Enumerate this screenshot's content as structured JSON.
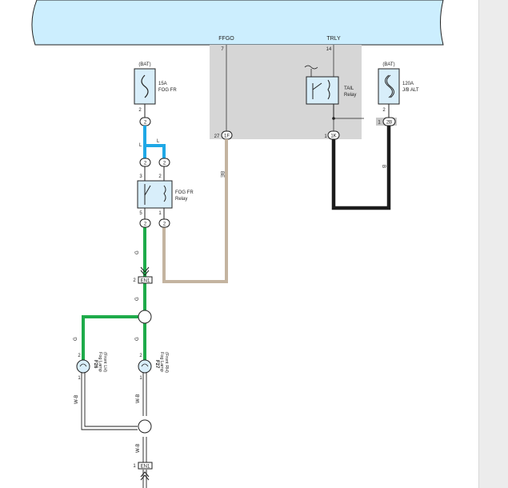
{
  "top_connectors": {
    "ffgo": {
      "name": "FFGO",
      "pin": "7"
    },
    "trly": {
      "name": "TRLY",
      "pin": "14"
    }
  },
  "ecu_pins": {
    "left_pin": "27",
    "left_code": "1F",
    "right_pin": "1",
    "right_code": "1K"
  },
  "fuse_fog": {
    "source": "(BAT)",
    "rating": "15A",
    "name": "FOG FR",
    "pin": "2",
    "conn": "2"
  },
  "fuse_alt": {
    "source": "(BAT)",
    "rating": "120A",
    "name": "J/B ALT",
    "pin": "2",
    "conn_pin": "1",
    "conn": "2B"
  },
  "tail_relay": {
    "line1": "TAIL",
    "line2": "Relay"
  },
  "fog_relay": {
    "line1": "FOG FR",
    "line2": "Relay",
    "pin_top_left": "3",
    "pin_top_right": "2",
    "pin_bottom_left": "5",
    "pin_bottom_right": "1",
    "conn": "2"
  },
  "wire_colors": {
    "blue": "L",
    "blue2": "L",
    "tan": "BE",
    "black": "B",
    "green1": "G",
    "green2": "G",
    "green3": "G",
    "green4": "G",
    "white1": "W-B",
    "white2": "W-B",
    "white3": "W-B"
  },
  "junction_e1a": {
    "pin": "2",
    "code": "EN1"
  },
  "junction_e1b": {
    "pin": "1",
    "code": "EN1"
  },
  "fog_lamp_lh": {
    "id": "F26",
    "line1": "Fog Lamp",
    "line2": "(Front LH)",
    "pin": "2"
  },
  "fog_lamp_rh": {
    "id": "F27",
    "line1": "Fog Lamp",
    "line2": "(Front RH)",
    "pin": "2"
  },
  "lamp_bottom_pin": "1",
  "colors": {
    "ecu_band": "#cceefe",
    "ecu_box": "#d6d6d6",
    "component": "#d8eefa",
    "wire_blue": "#1fa8e6",
    "wire_green": "#1eab4a",
    "wire_tan": "#c4b4a0",
    "wire_black": "#1c1c1c"
  }
}
